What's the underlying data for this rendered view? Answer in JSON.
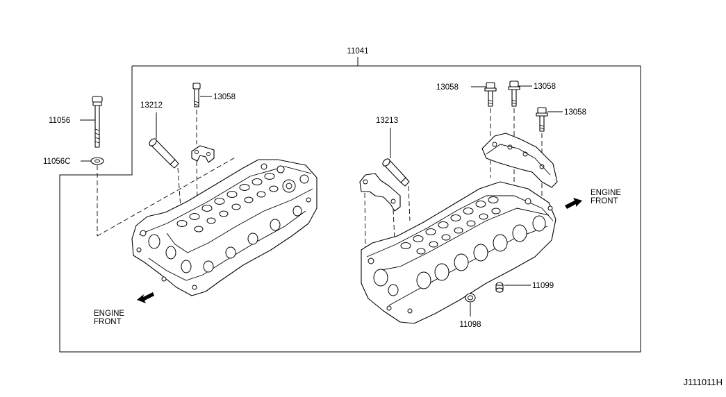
{
  "diagram": {
    "assembly_label": "11041",
    "left_engine_front": [
      "ENGINE",
      "FRONT"
    ],
    "right_engine_front": [
      "ENGINE",
      "FRONT"
    ],
    "footer_code": "J111011H",
    "callouts": {
      "bolt_11056": "11056",
      "washer_11056c": "11056C",
      "sleeve_13212": "13212",
      "bolt_13058_left": "13058",
      "sleeve_13213": "13213",
      "bolt_13058_top_a": "13058",
      "bolt_13058_top_b": "13058",
      "bolt_13058_right": "13058",
      "plug_11099": "11099",
      "plug_11098": "11098"
    }
  }
}
